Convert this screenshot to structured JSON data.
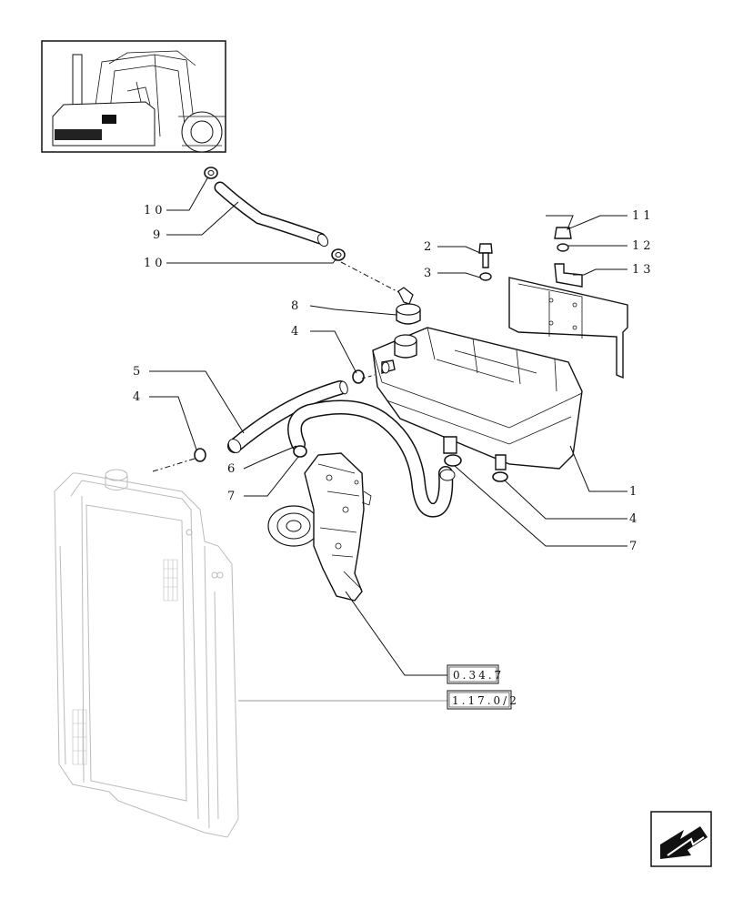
{
  "callouts": {
    "c1": "1",
    "c2": "2",
    "c3": "3",
    "c4a": "4",
    "c4b": "4",
    "c4c": "4",
    "c5": "5",
    "c6": "6",
    "c7a": "7",
    "c7b": "7",
    "c8": "8",
    "c9": "9",
    "c10a": "10",
    "c10b": "10",
    "c11": "11",
    "c12": "12",
    "c13": "13"
  },
  "references": {
    "ref_a": "0.34.7",
    "ref_b": "1.17.0/2"
  },
  "icons": {
    "thumbnail": "tractor-thumbnail",
    "nav": "arrow-nav-icon"
  }
}
